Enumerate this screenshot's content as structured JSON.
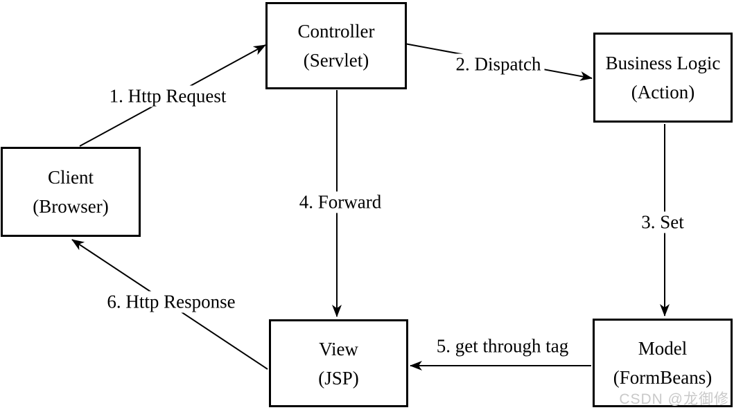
{
  "diagram": {
    "nodes": [
      {
        "id": "client",
        "line1": "Client",
        "line2": "(Browser)"
      },
      {
        "id": "controller",
        "line1": "Controller",
        "line2": "(Servlet)"
      },
      {
        "id": "business",
        "line1": "Business Logic",
        "line2": "(Action)"
      },
      {
        "id": "view",
        "line1": "View",
        "line2": "(JSP)"
      },
      {
        "id": "model",
        "line1": "Model",
        "line2": "(FormBeans)"
      }
    ],
    "edges": [
      {
        "label": "1. Http Request",
        "from": "client",
        "to": "controller"
      },
      {
        "label": "2. Dispatch",
        "from": "controller",
        "to": "business"
      },
      {
        "label": "3. Set",
        "from": "business",
        "to": "model"
      },
      {
        "label": "4. Forward",
        "from": "controller",
        "to": "view"
      },
      {
        "label": "5. get through tag",
        "from": "model",
        "to": "view"
      },
      {
        "label": "6. Http Response",
        "from": "view",
        "to": "client"
      }
    ],
    "watermark": "CSDN @龙御修",
    "colors": {
      "line": "#000000",
      "background": "#ffffff",
      "watermark": "#c9c9c9"
    }
  }
}
